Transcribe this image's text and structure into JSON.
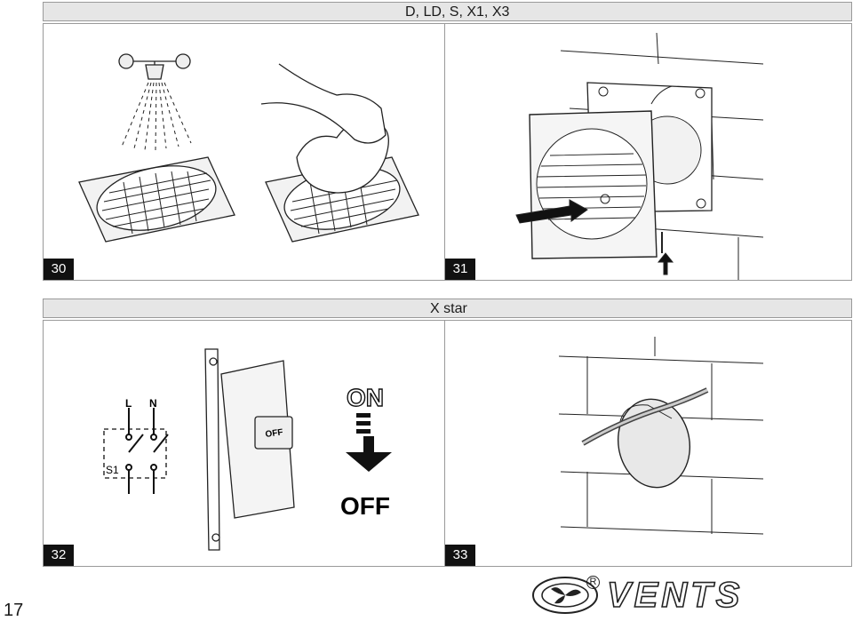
{
  "header_top": "D, LD, S, X1, X3",
  "header_bottom": "X star",
  "steps": [
    "30",
    "31",
    "32",
    "33"
  ],
  "switch_labels": {
    "l": "L",
    "n": "N",
    "s1": "S1"
  },
  "breaker_label": "OFF",
  "on_text": "ON",
  "off_text": "OFF",
  "page_number": "17",
  "brand": "VENTS",
  "registered_mark": "R"
}
